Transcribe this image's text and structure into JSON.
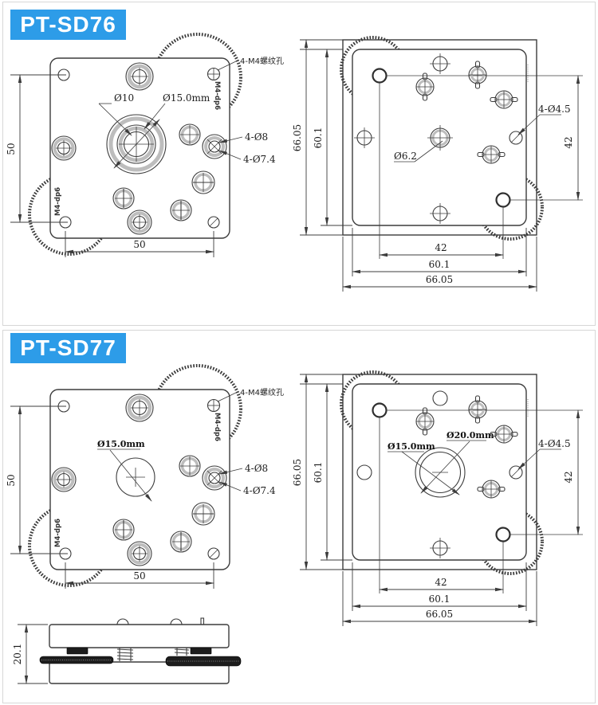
{
  "page": {
    "accent_blue": "#2d9ce8",
    "drawing_line_color": "#3c3c3c"
  },
  "panels": [
    {
      "model": "PT-SD76",
      "front": {
        "note_threaded_holes": "4-M4螺纹孔",
        "note_thread_depth_top": "M4-dp6",
        "note_thread_depth_bottom": "M4-dp6",
        "label_center_inner": "Ø10",
        "label_center_outer": "Ø15.0mm",
        "label_counterbore_outer": "4-Ø8",
        "label_counterbore_inner": "4-Ø7.4",
        "dim_left": "50",
        "dim_bottom": "50"
      },
      "back": {
        "dim_left_outer": "66.05",
        "dim_left_inner": "60.1",
        "dim_right": "42",
        "label_center_hole": "Ø6.2",
        "label_corner_holes": "4-Ø4.5",
        "dim_bottom_inner": "42",
        "dim_bottom_mid": "60.1",
        "dim_bottom_outer": "66.05"
      }
    },
    {
      "model": "PT-SD77",
      "front": {
        "note_threaded_holes": "4-M4螺纹孔",
        "note_thread_depth_top": "M4-dp6",
        "note_thread_depth_bottom": "M4-dp6",
        "label_center": "Ø15.0mm",
        "label_counterbore_outer": "4-Ø8",
        "label_counterbore_inner": "4-Ø7.4",
        "dim_left": "50",
        "dim_bottom": "50"
      },
      "back": {
        "dim_left_outer": "66.05",
        "dim_left_inner": "60.1",
        "dim_right": "42",
        "label_center_inner": "Ø15.0mm",
        "label_center_outer": "Ø20.0mm",
        "label_corner_holes": "4-Ø4.5",
        "dim_bottom_inner": "42",
        "dim_bottom_mid": "60.1",
        "dim_bottom_outer": "66.05"
      },
      "side": {
        "dim_height": "20.1"
      }
    }
  ]
}
